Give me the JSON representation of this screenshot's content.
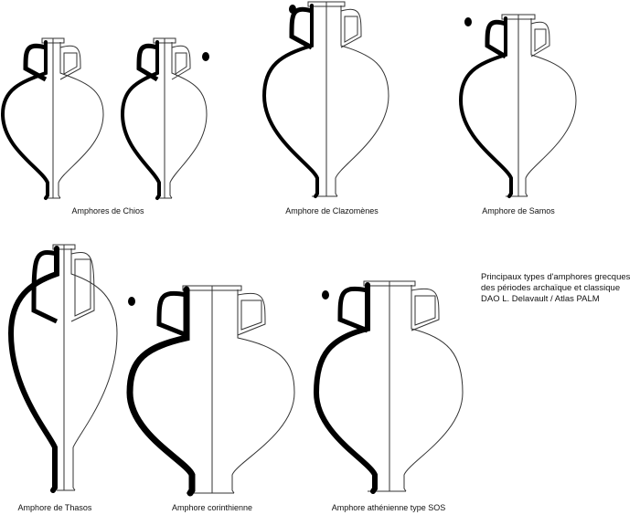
{
  "labels": {
    "chios": "Amphores de Chios",
    "clazomenes": "Amphore de Clazomènes",
    "samos": "Amphore de Samos",
    "thasos": "Amphore de Thasos",
    "corinthian": "Amphore corinthienne",
    "sos": "Amphore athénienne type SOS"
  },
  "caption": {
    "line1": "Principaux types d'amphores grecques",
    "line2": "des périodes archaïque et classique",
    "line3": "DAO L. Delavault / Atlas PALM"
  },
  "colors": {
    "section": "#000000",
    "outline": "#333333"
  }
}
